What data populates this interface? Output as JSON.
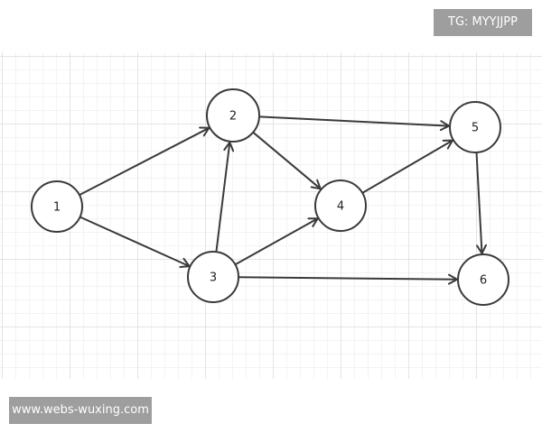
{
  "watermarks": {
    "top_right": "TG: MYYJJPP",
    "bottom_left": "www.webs-wuxing.com"
  },
  "graph": {
    "nodes": [
      {
        "id": "1",
        "label": "1"
      },
      {
        "id": "2",
        "label": "2"
      },
      {
        "id": "3",
        "label": "3"
      },
      {
        "id": "4",
        "label": "4"
      },
      {
        "id": "5",
        "label": "5"
      },
      {
        "id": "6",
        "label": "6"
      }
    ],
    "edges": [
      {
        "from": "1",
        "to": "2"
      },
      {
        "from": "1",
        "to": "3"
      },
      {
        "from": "3",
        "to": "2"
      },
      {
        "from": "2",
        "to": "4"
      },
      {
        "from": "3",
        "to": "4"
      },
      {
        "from": "2",
        "to": "5"
      },
      {
        "from": "4",
        "to": "5"
      },
      {
        "from": "5",
        "to": "6"
      },
      {
        "from": "3",
        "to": "6"
      }
    ],
    "stroke_color": "#3a3a3a"
  }
}
